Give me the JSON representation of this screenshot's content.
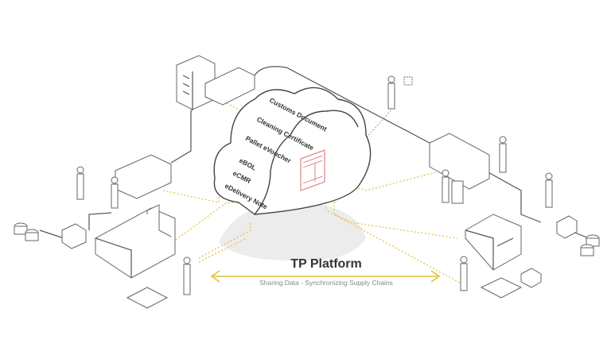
{
  "platform": {
    "title": "TP Platform",
    "subtitle": "Sharing Data - Synchronizing Supply Chains"
  },
  "documents": [
    "Customs Document",
    "Cleaning Certificate",
    "Pallet eVoucher",
    "eBOL",
    "eCMR",
    "eDelivery Note"
  ],
  "colors": {
    "accent": "#e3bf3a",
    "document_icon": "#d9646e",
    "line": "#555555"
  }
}
